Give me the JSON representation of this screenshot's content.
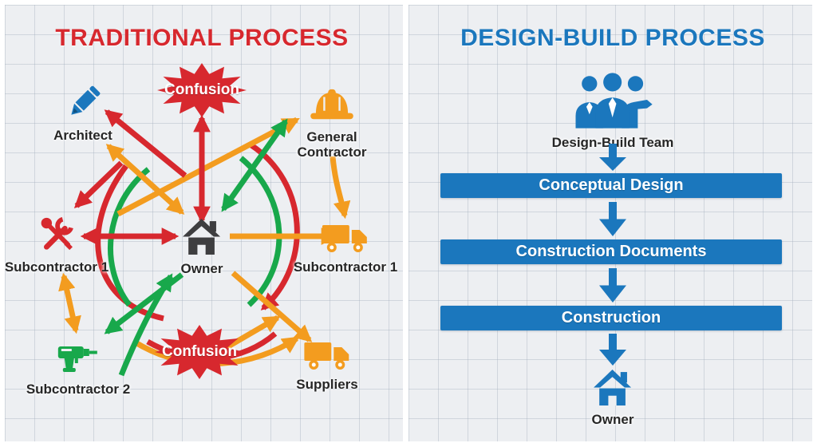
{
  "left_panel": {
    "title": "TRADITIONAL PROCESS",
    "confusion_top": "Confusion",
    "confusion_bottom": "Confusion",
    "nodes": {
      "architect": {
        "label": "Architect",
        "icon": "pencil-icon"
      },
      "general_contractor": {
        "label": "General Contractor",
        "icon": "hard-hat-icon"
      },
      "subcontractor1_left": {
        "label": "Subcontractor 1",
        "icon": "tools-icon"
      },
      "owner": {
        "label": "Owner",
        "icon": "house-icon"
      },
      "subcontractor1_right": {
        "label": "Subcontractor 1",
        "icon": "truck-icon"
      },
      "subcontractor2": {
        "label": "Subcontractor 2",
        "icon": "drill-icon"
      },
      "suppliers": {
        "label": "Suppliers",
        "icon": "truck-icon"
      }
    }
  },
  "right_panel": {
    "title": "DESIGN-BUILD PROCESS",
    "team_label": "Design-Build Team",
    "team_icon": "team-icon",
    "steps": [
      "Conceptual Design",
      "Construction Documents",
      "Construction"
    ],
    "owner_label": "Owner",
    "owner_icon": "house-icon"
  },
  "colors": {
    "red": "#d7282e",
    "orange": "#f39c1f",
    "green": "#18a84b",
    "blue": "#1b77bd",
    "dark_gray": "#3e3e40",
    "background": "#edeff2"
  }
}
